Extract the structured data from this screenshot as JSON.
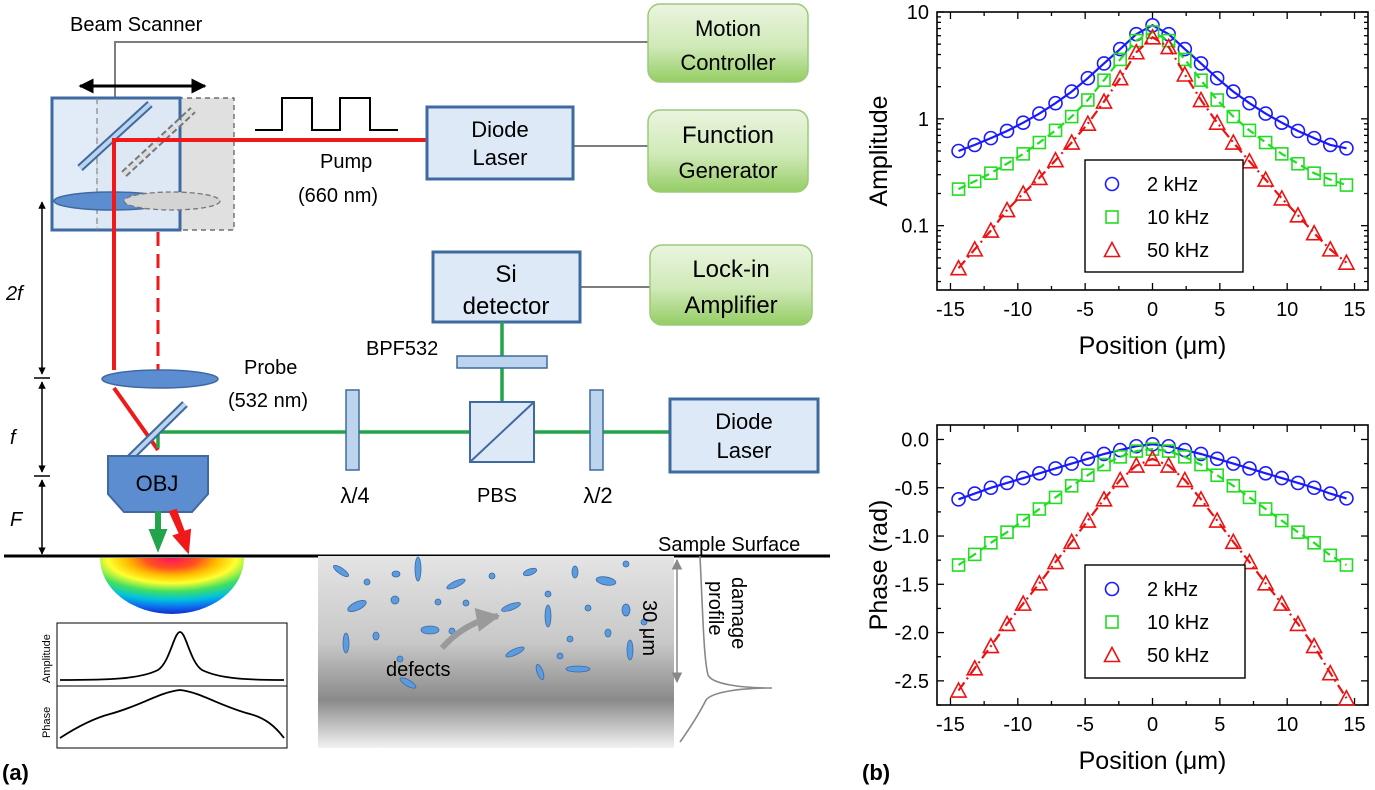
{
  "diagram": {
    "beam_scanner": "Beam Scanner",
    "motion_controller": [
      "Motion",
      "Controller"
    ],
    "function_generator": [
      "Function",
      "Generator"
    ],
    "lockin_amplifier": [
      "Lock-in",
      "Amplifier"
    ],
    "diode_laser_pump": [
      "Diode",
      "Laser"
    ],
    "diode_laser_probe": [
      "Diode",
      "Laser"
    ],
    "pump_label": [
      "Pump",
      "(660 nm)"
    ],
    "si_detector": [
      "Si",
      "detector"
    ],
    "bpf": "BPF532",
    "probe_label": [
      "Probe",
      "(532 nm)"
    ],
    "obj": "OBJ",
    "quarter_wave": "λ/4",
    "half_wave": "λ/2",
    "pbs": "PBS",
    "dim_2f": "2f",
    "dim_f": "f",
    "dim_F": "F",
    "sample_surface": "Sample Surface",
    "depth_label": "30 μm",
    "damage_profile": [
      "damage",
      "profile"
    ],
    "defects": "defects",
    "inset_amplitude": "Amplitude",
    "inset_phase": "Phase",
    "panel_a": "(a)",
    "panel_b": "(b)"
  },
  "chart_data": [
    {
      "type": "scatter",
      "x_label": "Position (μm)",
      "y_label": "Amplitude",
      "y_scale": "log",
      "xlim": [
        -16,
        16
      ],
      "ylim": [
        0.025,
        10
      ],
      "xticks": [
        "-15",
        "-10",
        "-5",
        "0",
        "5",
        "10",
        "15"
      ],
      "yticks": [
        "0.1",
        "1",
        "10"
      ],
      "legend_position": "bottom-center",
      "series": [
        {
          "name": "2 kHz",
          "marker": "circle",
          "color": "#1a1aff",
          "x": [
            -14.4,
            -13.2,
            -12.0,
            -10.8,
            -9.6,
            -8.4,
            -7.2,
            -6.0,
            -4.8,
            -3.6,
            -2.4,
            -1.2,
            0.0,
            1.2,
            2.4,
            3.6,
            4.8,
            6.0,
            7.2,
            8.4,
            9.6,
            10.8,
            12.0,
            13.2,
            14.4
          ],
          "y": [
            0.5,
            0.57,
            0.66,
            0.77,
            0.92,
            1.12,
            1.4,
            1.8,
            2.4,
            3.3,
            4.5,
            6.2,
            7.5,
            6.2,
            4.5,
            3.3,
            2.4,
            1.8,
            1.4,
            1.12,
            0.92,
            0.77,
            0.66,
            0.57,
            0.53
          ]
        },
        {
          "name": "10 kHz",
          "marker": "square",
          "color": "#22dd22",
          "x": [
            -14.4,
            -13.2,
            -12.0,
            -10.8,
            -9.6,
            -8.4,
            -7.2,
            -6.0,
            -4.8,
            -3.6,
            -2.4,
            -1.2,
            0.0,
            1.2,
            2.4,
            3.6,
            4.8,
            6.0,
            7.2,
            8.4,
            9.6,
            10.8,
            12.0,
            13.2,
            14.4
          ],
          "y": [
            0.22,
            0.26,
            0.31,
            0.38,
            0.47,
            0.6,
            0.78,
            1.05,
            1.5,
            2.3,
            3.6,
            5.4,
            6.5,
            5.4,
            3.6,
            2.3,
            1.5,
            1.05,
            0.78,
            0.6,
            0.47,
            0.38,
            0.31,
            0.27,
            0.24
          ]
        },
        {
          "name": "50 kHz",
          "marker": "triangle",
          "color": "#ee1111",
          "x": [
            -14.4,
            -13.2,
            -12.0,
            -10.8,
            -9.6,
            -8.4,
            -7.2,
            -6.0,
            -4.8,
            -3.6,
            -2.4,
            -1.2,
            0.0,
            1.2,
            2.4,
            3.6,
            4.8,
            6.0,
            7.2,
            8.4,
            9.6,
            10.8,
            12.0,
            13.2,
            14.4
          ],
          "y": [
            0.04,
            0.06,
            0.09,
            0.14,
            0.2,
            0.28,
            0.41,
            0.6,
            0.9,
            1.45,
            2.4,
            4.2,
            5.8,
            4.7,
            2.6,
            1.5,
            0.92,
            0.6,
            0.4,
            0.27,
            0.18,
            0.125,
            0.085,
            0.06,
            0.045
          ]
        }
      ]
    },
    {
      "type": "scatter",
      "x_label": "Position (μm)",
      "y_label": "Phase (rad)",
      "xlim": [
        -16,
        16
      ],
      "ylim": [
        -2.75,
        0.15
      ],
      "xticks": [
        "-15",
        "-10",
        "-5",
        "0",
        "5",
        "10",
        "15"
      ],
      "yticks": [
        "0.0",
        "-0.5",
        "-1.0",
        "-1.5",
        "-2.0",
        "-2.5"
      ],
      "legend_position": "bottom-center",
      "series": [
        {
          "name": "2 kHz",
          "marker": "circle",
          "color": "#1a1aff",
          "x": [
            -14.4,
            -13.2,
            -12.0,
            -10.8,
            -9.6,
            -8.4,
            -7.2,
            -6.0,
            -4.8,
            -3.6,
            -2.4,
            -1.2,
            0.0,
            1.2,
            2.4,
            3.6,
            4.8,
            6.0,
            7.2,
            8.4,
            9.6,
            10.8,
            12.0,
            13.2,
            14.4
          ],
          "y": [
            -0.62,
            -0.56,
            -0.5,
            -0.45,
            -0.4,
            -0.35,
            -0.3,
            -0.25,
            -0.2,
            -0.15,
            -0.11,
            -0.07,
            -0.05,
            -0.07,
            -0.11,
            -0.15,
            -0.2,
            -0.25,
            -0.3,
            -0.35,
            -0.4,
            -0.45,
            -0.5,
            -0.56,
            -0.61
          ]
        },
        {
          "name": "10 kHz",
          "marker": "square",
          "color": "#22dd22",
          "x": [
            -14.4,
            -13.2,
            -12.0,
            -10.8,
            -9.6,
            -8.4,
            -7.2,
            -6.0,
            -4.8,
            -3.6,
            -2.4,
            -1.2,
            0.0,
            1.2,
            2.4,
            3.6,
            4.8,
            6.0,
            7.2,
            8.4,
            9.6,
            10.8,
            12.0,
            13.2,
            14.4
          ],
          "y": [
            -1.3,
            -1.19,
            -1.07,
            -0.96,
            -0.84,
            -0.72,
            -0.6,
            -0.48,
            -0.37,
            -0.26,
            -0.18,
            -0.12,
            -0.1,
            -0.12,
            -0.18,
            -0.26,
            -0.37,
            -0.48,
            -0.6,
            -0.72,
            -0.84,
            -0.96,
            -1.07,
            -1.2,
            -1.3
          ]
        },
        {
          "name": "50 kHz",
          "marker": "triangle",
          "color": "#ee1111",
          "x": [
            -14.4,
            -13.2,
            -12.0,
            -10.8,
            -9.6,
            -8.4,
            -7.2,
            -6.0,
            -4.8,
            -3.6,
            -2.4,
            -1.2,
            0.0,
            1.2,
            2.4,
            3.6,
            4.8,
            6.0,
            7.2,
            8.4,
            9.6,
            10.8,
            12.0,
            13.2,
            14.4
          ],
          "y": [
            -2.6,
            -2.37,
            -2.14,
            -1.91,
            -1.7,
            -1.49,
            -1.27,
            -1.06,
            -0.84,
            -0.62,
            -0.42,
            -0.27,
            -0.2,
            -0.27,
            -0.42,
            -0.62,
            -0.84,
            -1.06,
            -1.27,
            -1.49,
            -1.7,
            -1.91,
            -2.14,
            -2.42,
            -2.68
          ]
        }
      ]
    }
  ]
}
